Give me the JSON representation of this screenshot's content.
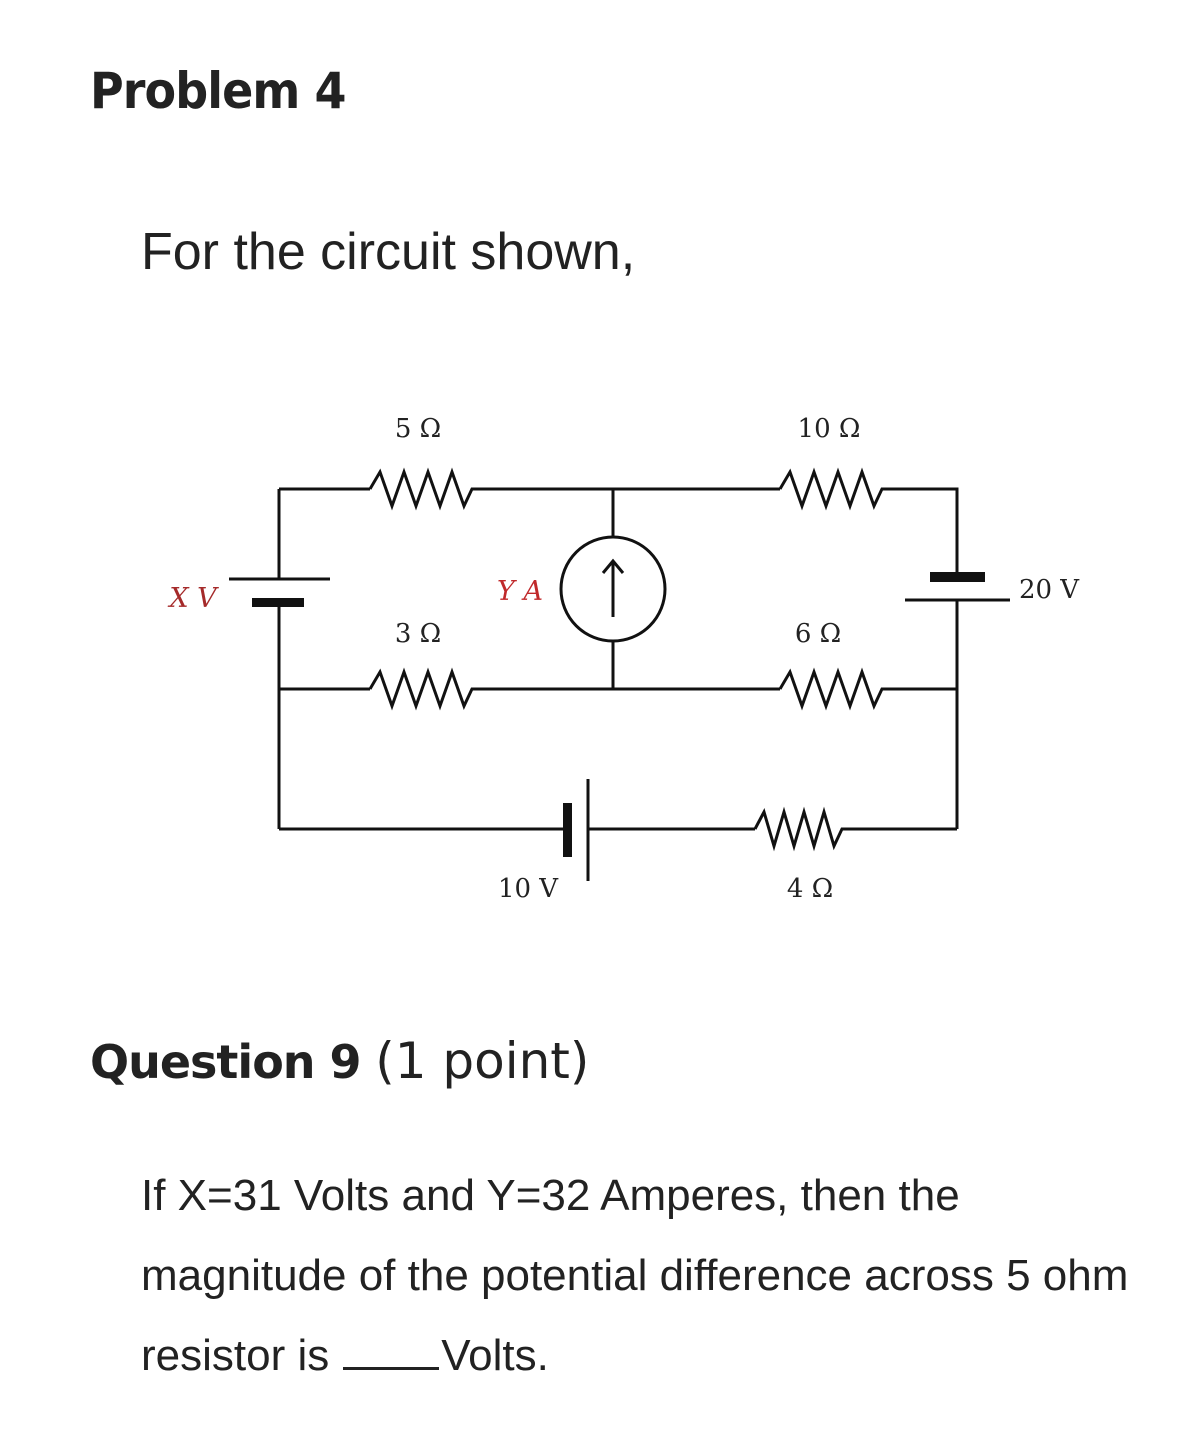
{
  "problem": {
    "title": "Problem 4",
    "intro": "For the circuit shown,"
  },
  "circuit": {
    "label_color": "#a52a2a",
    "wire_color": "#111111",
    "components": {
      "battery_left": {
        "label": "X V",
        "variable": "X",
        "unit": "V"
      },
      "resistor_top_left": {
        "label": "5 Ω",
        "ohms": 5
      },
      "resistor_top_right": {
        "label": "10 Ω",
        "ohms": 10
      },
      "current_source": {
        "label": "Y A",
        "variable": "Y",
        "unit": "A",
        "direction": "up"
      },
      "resistor_mid_left": {
        "label": "3 Ω",
        "ohms": 3
      },
      "resistor_mid_right": {
        "label": "6 Ω",
        "ohms": 6
      },
      "battery_right": {
        "label": "20 V",
        "volts": 20
      },
      "battery_bottom": {
        "label": "10 V",
        "volts": 10
      },
      "resistor_bottom": {
        "label": "4 Ω",
        "ohms": 4
      }
    }
  },
  "question": {
    "number_label": "Question 9",
    "points_label": "(1 point)",
    "text_before_blank": "If X=31 Volts and Y=32 Amperes, then the magnitude of the potential difference across 5 ohm resistor is",
    "text_after_blank": "Volts."
  }
}
